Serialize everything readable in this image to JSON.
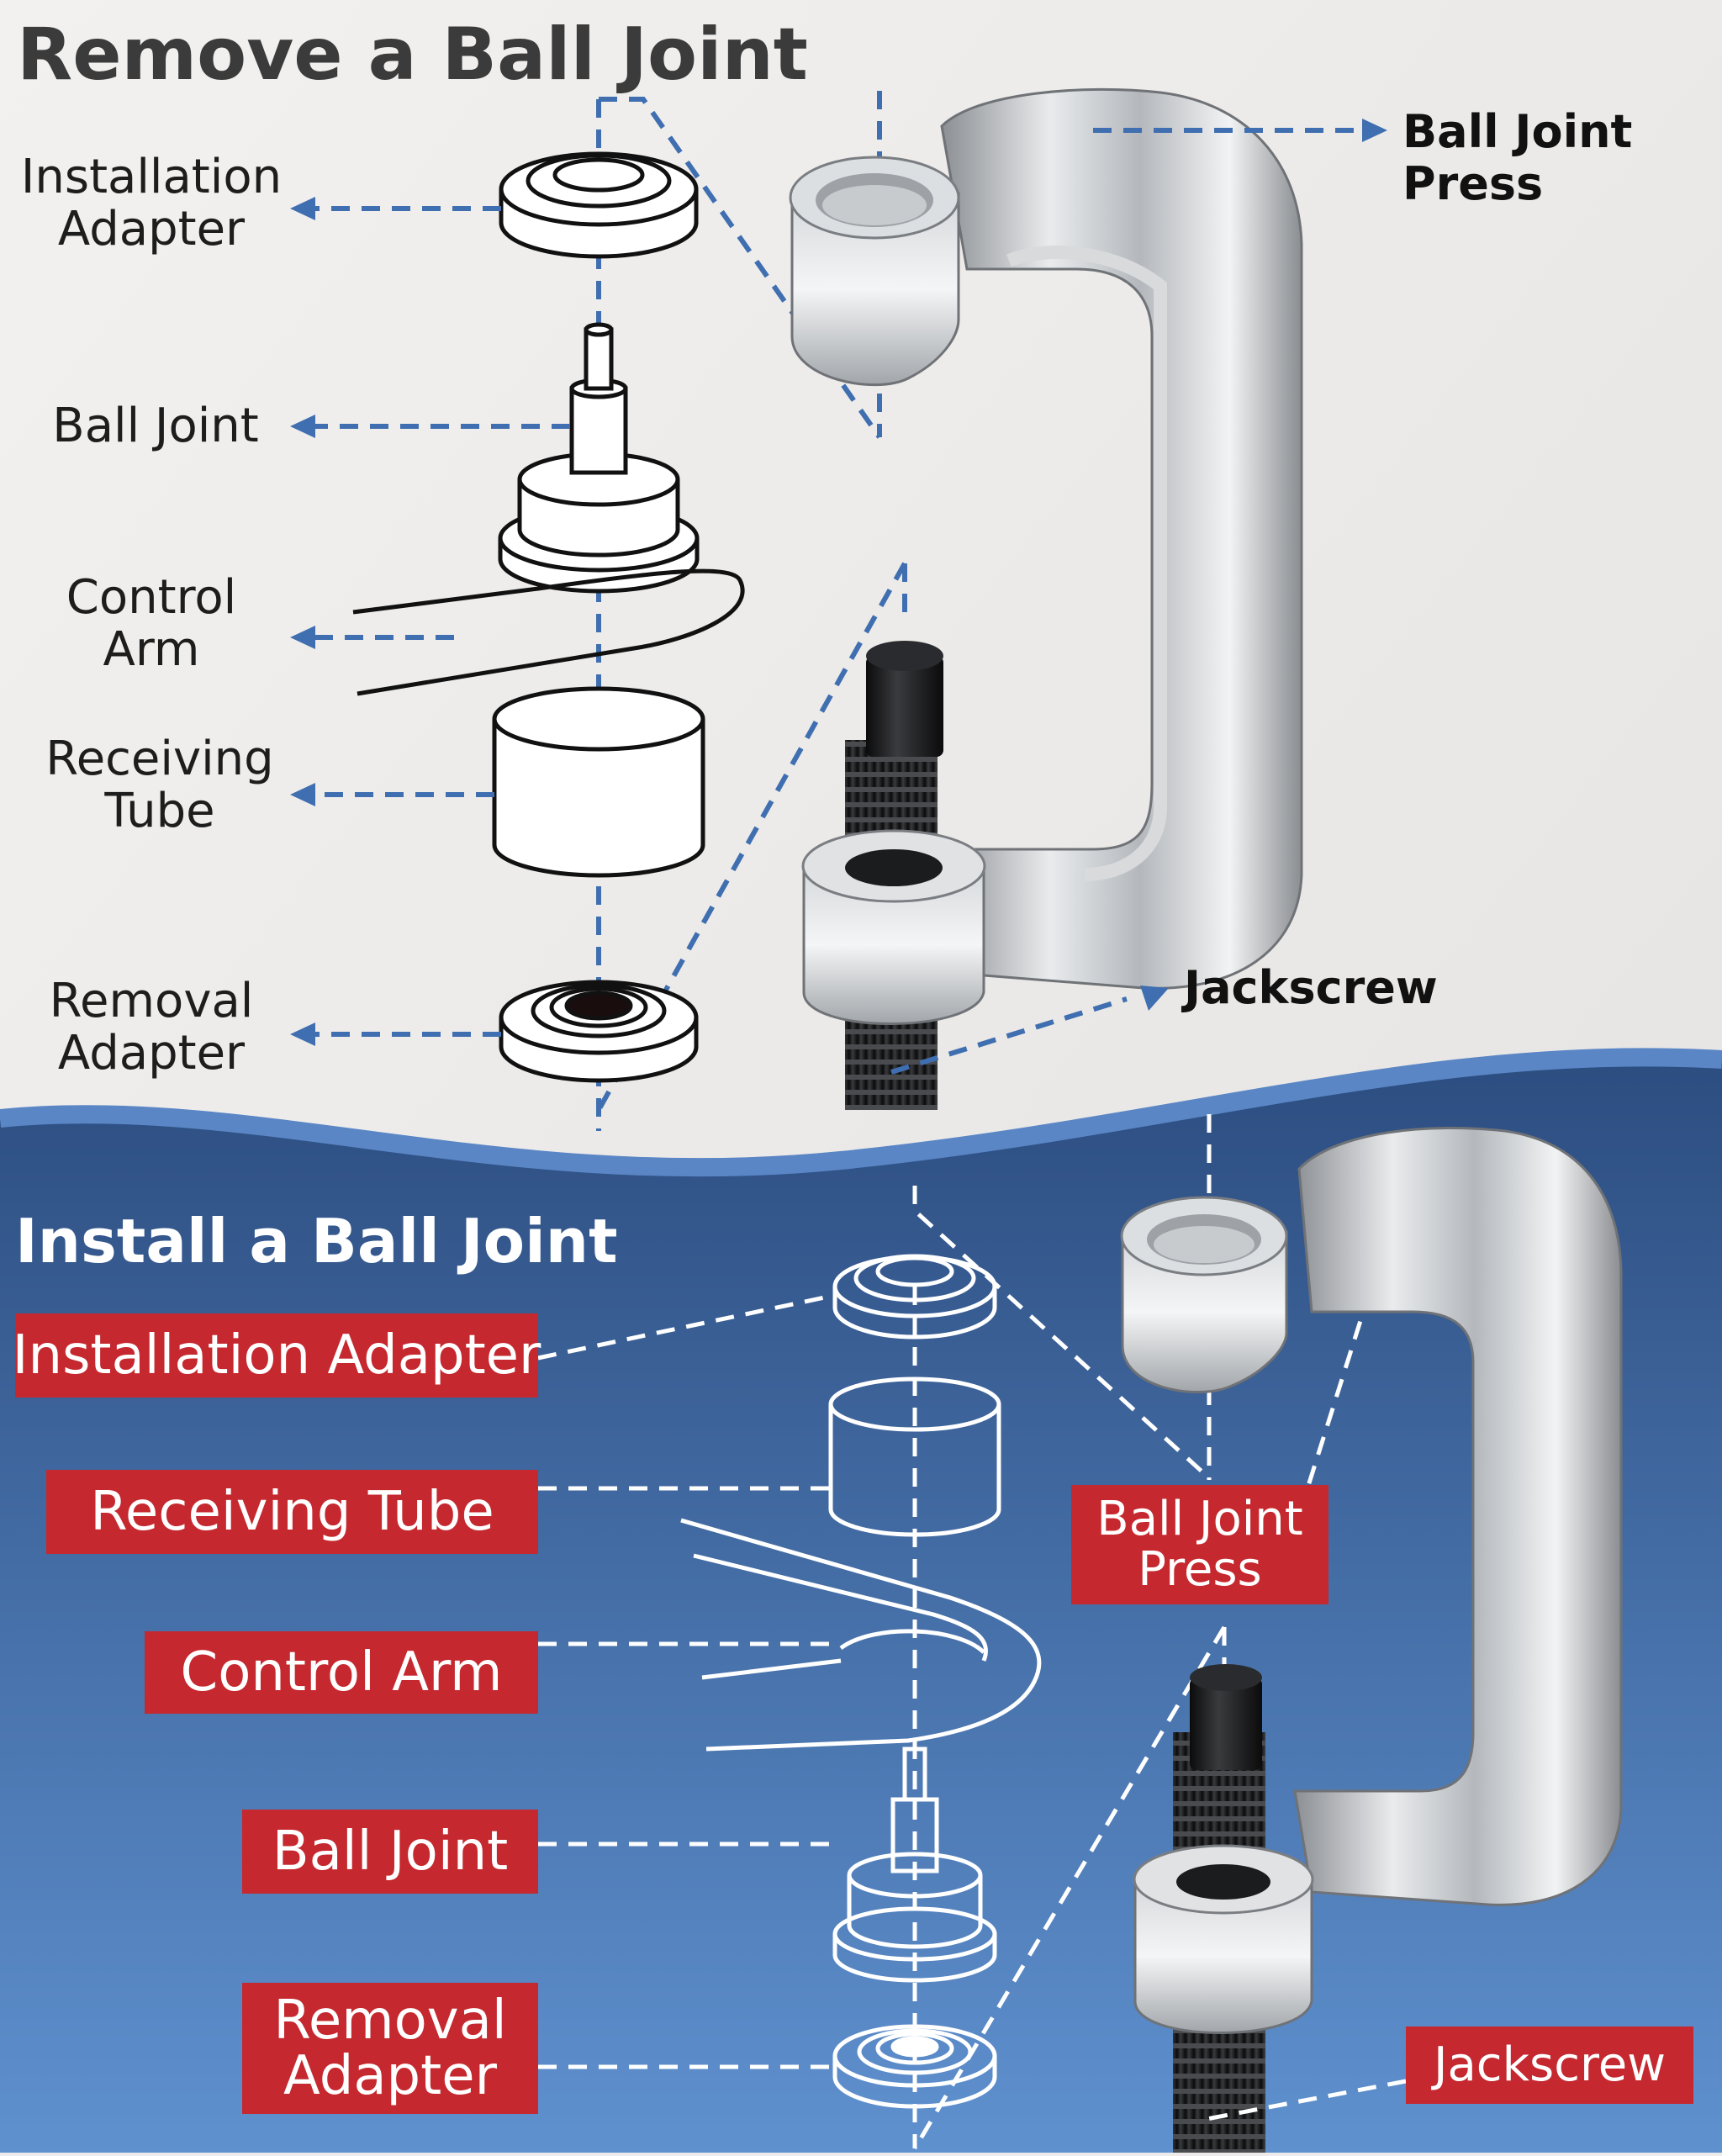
{
  "remove": {
    "title": "Remove a Ball Joint",
    "labels": {
      "installation_adapter": [
        "Installation",
        "Adapter"
      ],
      "ball_joint": [
        "Ball Joint"
      ],
      "control_arm": [
        "Control",
        "Arm"
      ],
      "receiving_tube": [
        "Receiving",
        "Tube"
      ],
      "removal_adapter": [
        "Removal",
        "Adapter"
      ],
      "ball_joint_press": [
        "Ball Joint",
        "Press"
      ],
      "jackscrew": [
        "Jackscrew"
      ]
    }
  },
  "install": {
    "title": "Install a Ball Joint",
    "labels": {
      "installation_adapter": [
        "Installation Adapter"
      ],
      "receiving_tube": [
        "Receiving Tube"
      ],
      "control_arm": [
        "Control Arm"
      ],
      "ball_joint": [
        "Ball Joint"
      ],
      "removal_adapter": [
        "Removal",
        "Adapter"
      ],
      "ball_joint_press": [
        "Ball Joint",
        "Press"
      ],
      "jackscrew": [
        "Jackscrew"
      ]
    }
  },
  "colors": {
    "accent_blue": "#3f6fb0",
    "tag_red": "#c5282e",
    "bottom_bg_top": "#2f5183",
    "bottom_bg_bottom": "#5d8fcc"
  }
}
